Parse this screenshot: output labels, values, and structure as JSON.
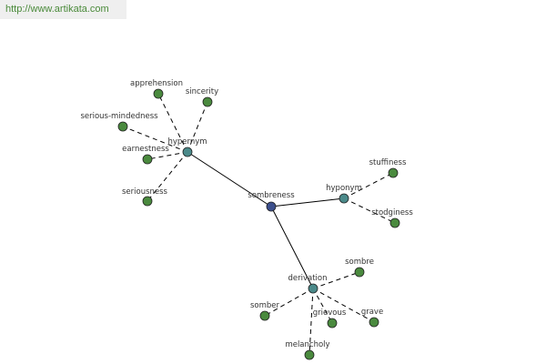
{
  "header": {
    "url": "http://www.artikata.com"
  },
  "colors": {
    "root": "#3c4f8c",
    "hub": "#4b8a8a",
    "leaf": "#4a8a3e",
    "edge": "#000000"
  },
  "graph": {
    "root": {
      "id": "sombreness",
      "label": "sombreness"
    },
    "hubs": [
      {
        "id": "hypernym",
        "label": "hypernym",
        "leaves": [
          "apprehension",
          "sincerity",
          "serious-mindedness",
          "earnestness",
          "seriousness"
        ]
      },
      {
        "id": "hyponym",
        "label": "hyponym",
        "leaves": [
          "stuffiness",
          "stodginess"
        ]
      },
      {
        "id": "derivation",
        "label": "derivation",
        "leaves": [
          "sombre",
          "somber",
          "grievous",
          "grave",
          "melancholy"
        ]
      }
    ]
  }
}
